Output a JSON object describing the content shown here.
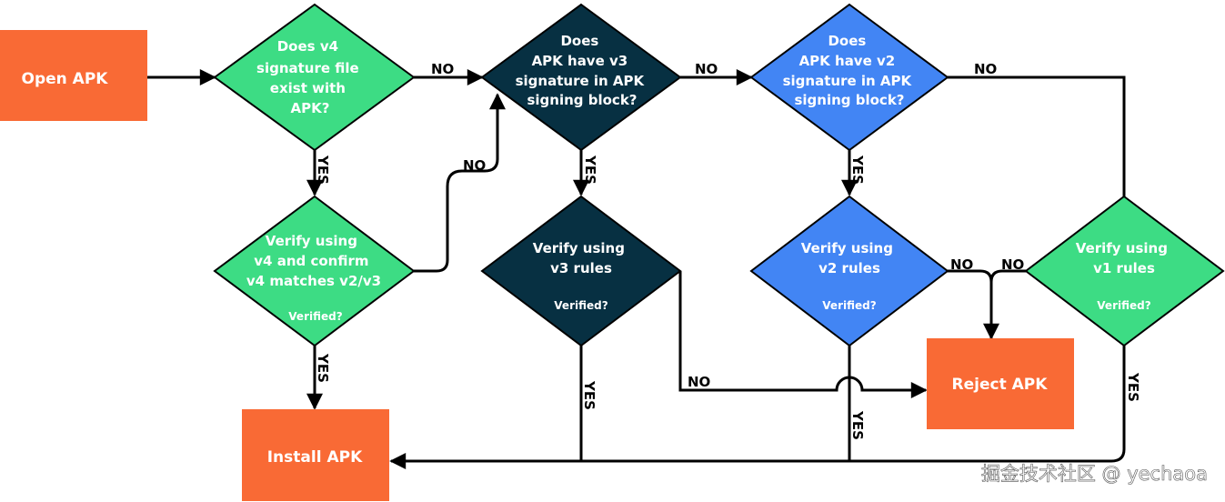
{
  "colors": {
    "orange": "#f96a35",
    "green": "#3ddc84",
    "navy": "#073042",
    "blue": "#4285f4",
    "line": "#000000",
    "text_on_shape": "#ffffff"
  },
  "nodes": {
    "open_apk": {
      "label": "Open APK"
    },
    "q_v4": {
      "lines": [
        "Does v4",
        "signature file",
        "exist with",
        "APK?"
      ]
    },
    "q_v3": {
      "lines": [
        "Does",
        "APK have v3",
        "signature in APK",
        "signing block?"
      ]
    },
    "q_v2": {
      "lines": [
        "Does",
        "APK have v2",
        "signature in APK",
        "signing block?"
      ]
    },
    "verify_v4": {
      "lines": [
        "Verify using",
        "v4 and confirm",
        "v4 matches v2/v3"
      ],
      "sub": "Verified?"
    },
    "verify_v3": {
      "lines": [
        "Verify using",
        "v3 rules"
      ],
      "sub": "Verified?"
    },
    "verify_v2": {
      "lines": [
        "Verify using",
        "v2 rules"
      ],
      "sub": "Verified?"
    },
    "verify_v1": {
      "lines": [
        "Verify using",
        "v1 rules"
      ],
      "sub": "Verified?"
    },
    "install_apk": {
      "label": "Install APK"
    },
    "reject_apk": {
      "label": "Reject APK"
    }
  },
  "edge_labels": {
    "no": "NO",
    "yes": "YES"
  },
  "watermark": "掘金技术社区 @ yechaoa"
}
